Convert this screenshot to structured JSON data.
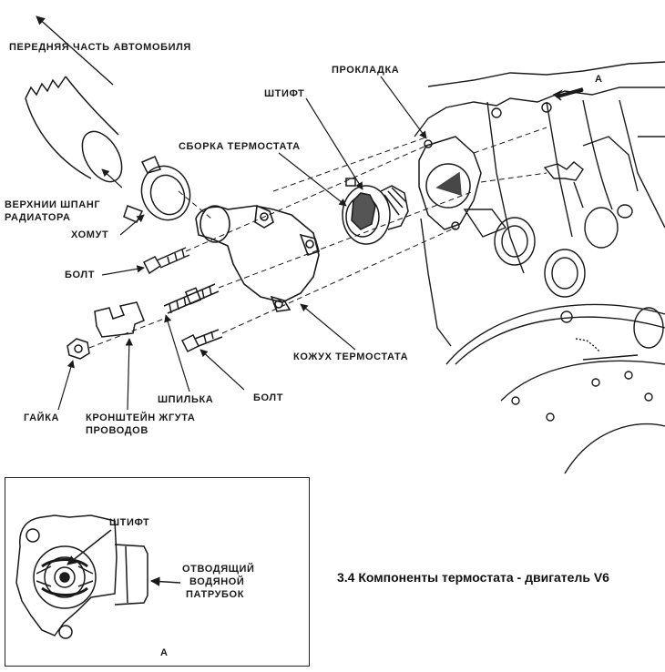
{
  "labels": {
    "front_of_car": "ПЕРЕДНЯЯ ЧАСТЬ АВТОМОБИЛЯ",
    "gasket": "ПРОКЛАДКА",
    "view_a_top": "A",
    "pin": "ШТИФТ",
    "thermostat_assembly": "СБОРКА ТЕРМОСТАТА",
    "upper_hose_line1": "ВЕРХНИИ ШПАНГ",
    "upper_hose_line2": "РАДИАТОРА",
    "clamp": "ХОМУТ",
    "bolt_upper": "БОЛТ",
    "thermostat_housing": "КОЖУХ ТЕРМОСТАТА",
    "nut": "ГАЙКА",
    "harness_bracket_line1": "КРОНШТЕЙН ЖГУТА",
    "harness_bracket_line2": "ПРОВОДОВ",
    "stud": "ШПИЛЬКА",
    "bolt_lower": "БОЛТ"
  },
  "inset": {
    "pin": "ШТИФТ",
    "outlet_line1": "ОТВОДЯЩИЙ",
    "outlet_line2": "ВОДЯНОЙ",
    "outlet_line3": "ПАТРУБОК",
    "view_a": "A"
  },
  "caption": "3.4 Компоненты термостата - двигатель V6",
  "colors": {
    "ink": "#1a1a1a",
    "background": "#ffffff"
  }
}
